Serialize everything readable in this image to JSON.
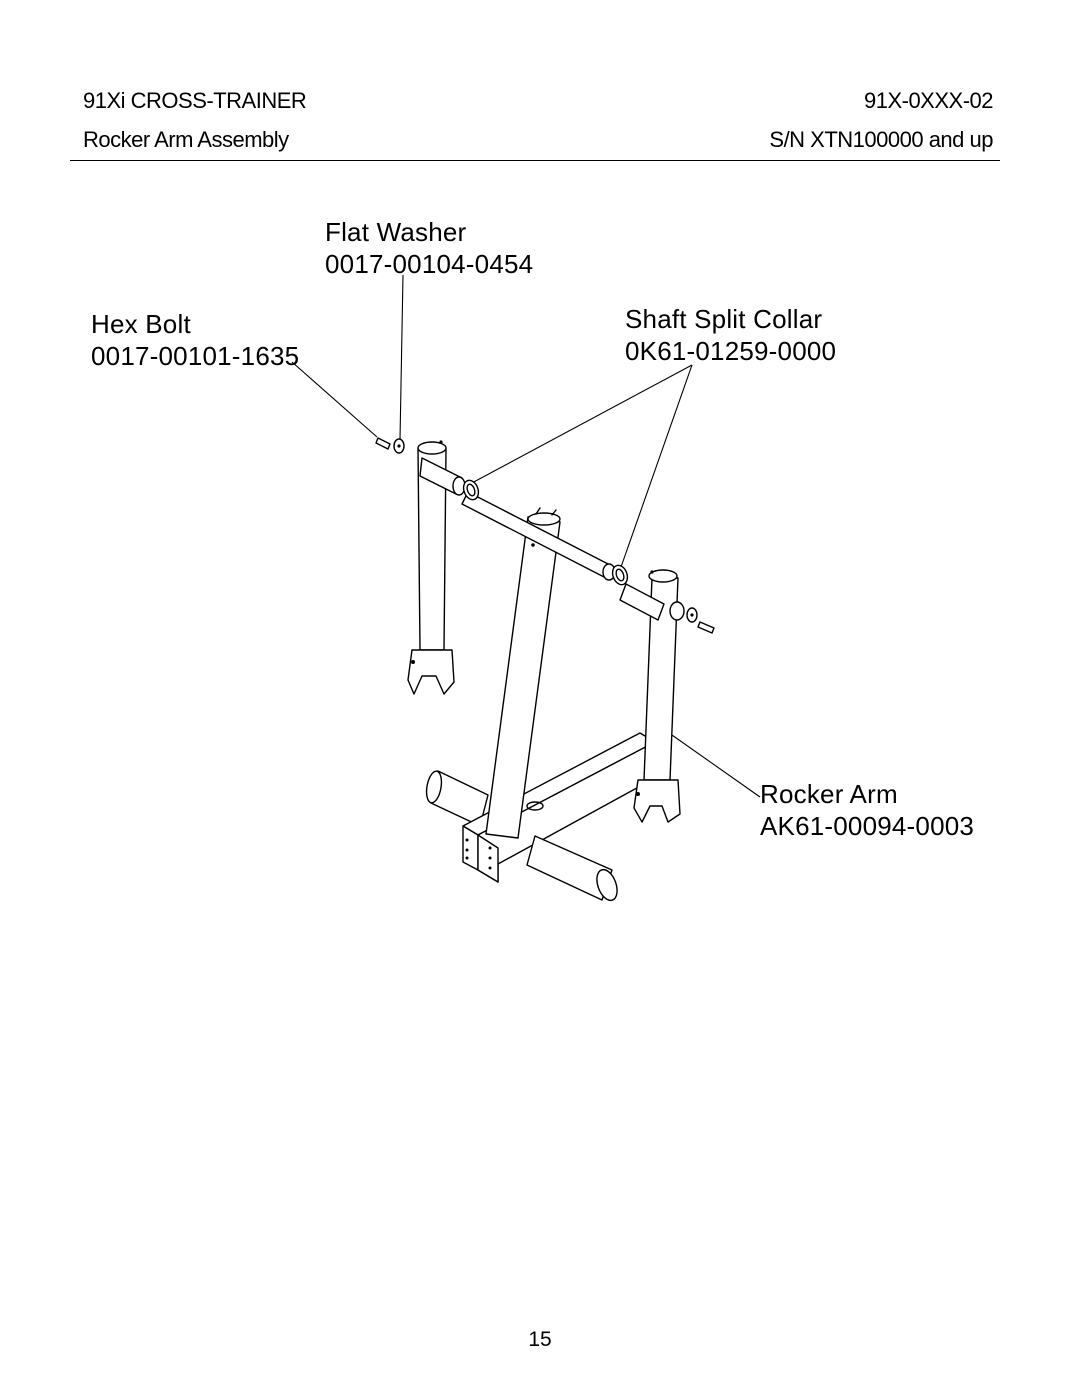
{
  "header": {
    "model": "91Xi CROSS-TRAINER",
    "section": "Rocker Arm Assembly",
    "doc_number": "91X-0XXX-02",
    "serial": "S/N XTN100000 and up"
  },
  "callouts": {
    "flat_washer": {
      "name": "Flat Washer",
      "part": "0017-00104-0454"
    },
    "hex_bolt": {
      "name": "Hex Bolt",
      "part": "0017-00101-1635"
    },
    "shaft_collar": {
      "name": "Shaft Split Collar",
      "part": "0K61-01259-0000"
    },
    "rocker_arm": {
      "name": "Rocker Arm",
      "part": "AK61-00094-0003"
    }
  },
  "footer": {
    "page": "15"
  }
}
